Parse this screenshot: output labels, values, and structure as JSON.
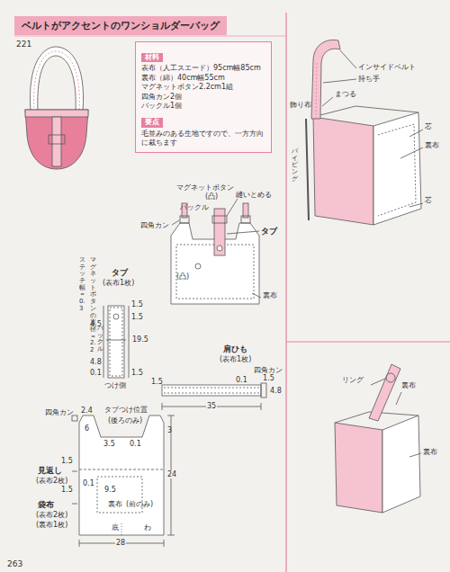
{
  "diagram": {
    "nodes": [
      {
        "text": [
          "ベルトがアクセントのワンショルダーバッグ"
        ]
      },
      {
        "text": [
          "材料",
          "表布（人工スエード）95cm幅85cm",
          "裏布（綿）40cm幅55cm",
          "マグネットボタン2.2cm1組",
          "四角カン2個",
          "バックル1個",
          "要点",
          "毛並みのある生地ですので、一方方向に裁ちます"
        ]
      }
    ],
    "labels": [
      "221",
      "インサイドベルト",
      "持ち手",
      "まつる",
      "飾り布",
      "芯",
      "裏布",
      "パイピング",
      "芯",
      "マグネットボタン",
      "(凸)",
      "バックル",
      "縫いとめる",
      "四角カン",
      "タブ",
      "(凸)",
      "裏布",
      "マグネットボタンの直径＝2.2",
      "ステッチ幅＝0.3",
      "タブ",
      "(表布1枚)",
      "1.5",
      "4.5",
      "バックル",
      "1.5",
      "19.5",
      "4.8",
      "0.1",
      "1.5",
      "つけ側",
      "肩ひも",
      "(表布1枚)",
      "四角カン",
      "1.5",
      "0.1",
      "1.5",
      "4.8",
      "35",
      "四角カン",
      "2.4",
      "6",
      "3.5",
      "タブつけ位置",
      "(後ろのみ)",
      "0.1",
      "3",
      "1.5",
      "見返し",
      "(表布2枚)",
      "1.5",
      "袋布",
      "(表布2枚)",
      "(裏布1枚)",
      "0.1",
      "9.5",
      "(前のみ)",
      "裏布",
      "24",
      "底",
      "わ",
      "28",
      "リング",
      "裏布",
      "裏布",
      "263"
    ]
  }
}
